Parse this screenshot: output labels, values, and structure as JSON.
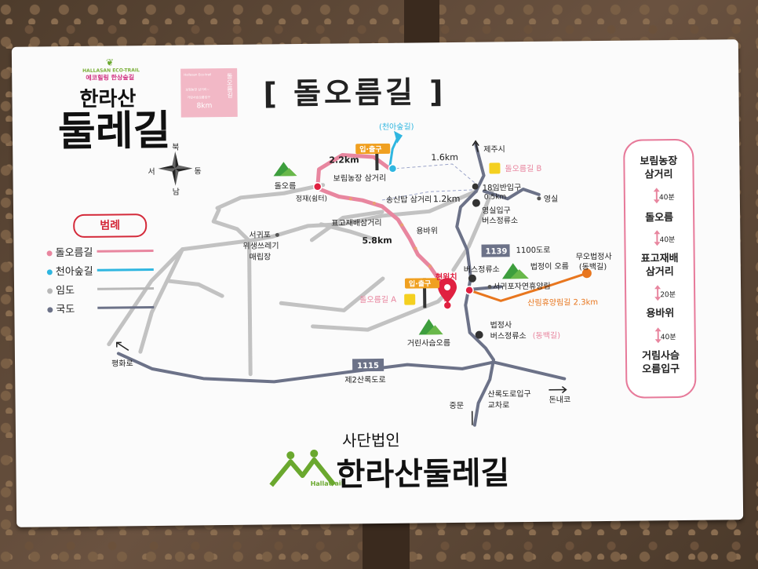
{
  "sign": {
    "title": "[ 돌오름길 ]",
    "eco_trail_en": "HALLASAN ECO-TRAIL",
    "eco_trail_ko": "에코힐링 한상숲길",
    "brand_line1": "한라산",
    "brand_line2": "둘레길",
    "pink_card": {
      "small1": "Hallasan Eco-trail",
      "small2": "보림농장 삼거리~",
      "small3": "거린사슴오름입구",
      "distance": "8km",
      "vertical": "돌오름길"
    }
  },
  "compass": {
    "north": "북",
    "south": "남",
    "east": "동",
    "west": "서"
  },
  "legend": {
    "title": "범례",
    "items": [
      {
        "label": "돌오름길",
        "color": "#e8869f"
      },
      {
        "label": "천아숲길",
        "color": "#2fb6e0"
      },
      {
        "label": "임도",
        "color": "#b8b8b8"
      },
      {
        "label": "국도",
        "color": "#6c7288"
      }
    ]
  },
  "map_labels": {
    "cheona": "(천아숲길)",
    "entry_top": "입·출구",
    "dist_22": "2.2km",
    "dist_16": "1.6km",
    "dist_12": "1.2km",
    "dist_58": "5.8km",
    "borim": "보림농장 삼거리",
    "doloreum": "돌오름",
    "jeongjae": "정재(쉼터)",
    "songsintap": "송신탑 삼거리",
    "pyogo": "표고재배삼거리",
    "yongbawi": "용바위",
    "jejusi": "제주시",
    "dolo_b": "돌오름길 B",
    "road18": "18임반입구",
    "dist_05": "0.5km",
    "yeongsil": "영실",
    "yeongsil_bus1": "영실입구",
    "yeongsil_bus2": "버스정류소",
    "seogwipo1": "서귀포",
    "seogwipo2": "위생쓰레기",
    "seogwipo3": "매립장",
    "road1139": "1139",
    "road1100": "1100도로",
    "bus_stop": "버스정류소",
    "beopjeong_oreum": "법정이 오름",
    "muobeop1": "무오법정사",
    "muobeop2": "(동백길)",
    "current": "현위치",
    "entry_mid": "입·출구",
    "dolo_a": "돌오름길 A",
    "recreation": "서귀포자연휴양림",
    "forest_road": "산림휴양림길 2.3km",
    "georin": "거린사슴오름",
    "beopjeongsa1": "법정사",
    "beopjeongsa2": "버스정류소",
    "dongbaek": "(동백길)",
    "pyeonghwa": "평화로",
    "road1115": "1115",
    "road2": "제2산록도로",
    "sanrok1": "산록도로입구",
    "sanrok2": "교차로",
    "jungmun": "중문",
    "donnaeko": "돈내코"
  },
  "course": {
    "stops": [
      "보림농장\n삼거리",
      "돌오름",
      "표고재배\n삼거리",
      "용바위",
      "거림사슴\n오름입구"
    ],
    "times": [
      "40분",
      "40분",
      "20분",
      "40분"
    ]
  },
  "footer": {
    "small": "사단법인",
    "big": "한라산둘레길",
    "logo_text": "Hallatrail"
  },
  "colors": {
    "pink_trail": "#e8869f",
    "blue_trail": "#2fb6e0",
    "forest_road": "#b8b8b8",
    "national_road": "#6c7288",
    "orange_road": "#e8761e",
    "marker_red": "#e02040"
  }
}
